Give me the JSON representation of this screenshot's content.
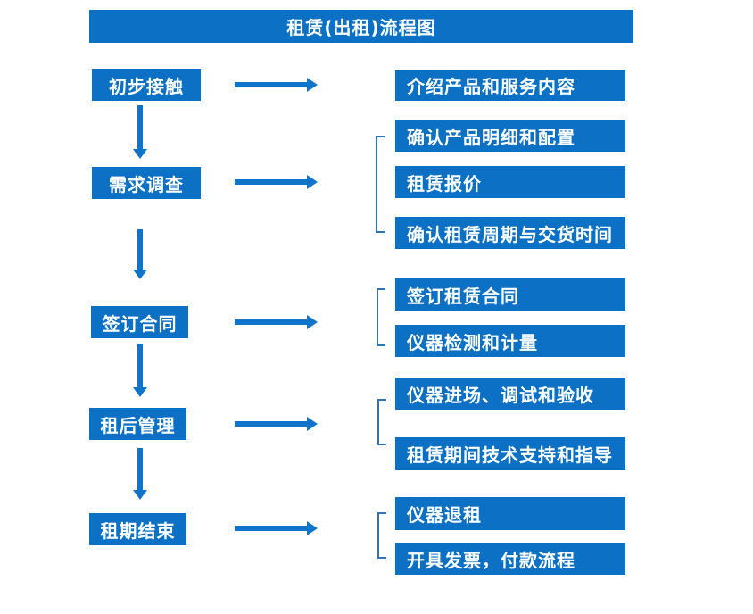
{
  "title": "租赁(出租)流程图",
  "colors": {
    "box_blue": "#0C70C4",
    "arrow_blue": "#0F74CA",
    "bracket_blue": "#2E75B6",
    "text": "#FFFFFF",
    "background": "#FFFFFF"
  },
  "steps": [
    {
      "label": "初步接触"
    },
    {
      "label": "需求调查"
    },
    {
      "label": "签订合同"
    },
    {
      "label": "租后管理"
    },
    {
      "label": "租期结束"
    }
  ],
  "details": [
    {
      "label": "介绍产品和服务内容"
    },
    {
      "label": "确认产品明细和配置"
    },
    {
      "label": "租赁报价"
    },
    {
      "label": "确认租赁周期与交货时间"
    },
    {
      "label": "签订租赁合同"
    },
    {
      "label": "仪器检测和计量"
    },
    {
      "label": "仪器进场、调试和验收"
    },
    {
      "label": "租赁期间技术支持和指导"
    },
    {
      "label": "仪器退租"
    },
    {
      "label": "开具发票，付款流程"
    }
  ]
}
